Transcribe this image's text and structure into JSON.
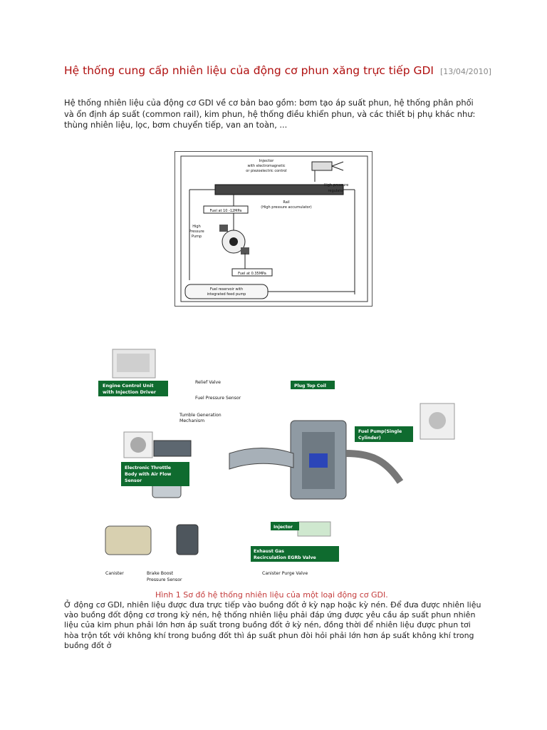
{
  "article": {
    "title": "Hệ thống cung cấp nhiên liệu của động cơ phun xăng trực tiếp GDI",
    "date": "[13/04/2010]",
    "intro": "Hệ thống nhiên liệu của động cơ GDI về cơ bản bao gồm: bơm tạo áp suất phun, hệ thống phân phối và ổn định áp suất (common rail), kim phun, hệ thống điều khiển phun, và các thiết bị phụ khác như: thùng nhiên liệu, lọc, bơm chuyển tiếp, van an toàn, ..."
  },
  "figure1": {
    "injector": "Injector",
    "injector_sub1": "with electromagnetic",
    "injector_sub2": "or piezoelectric control",
    "high_pressure": "High pressure",
    "regulator": "regulator",
    "rail": "Rail",
    "rail_sub": "(High pressure accumulator)",
    "fuel_high": "Fuel at 10 -12MPa",
    "pump1": "High",
    "pump2": "Pressure",
    "pump3": "Pump",
    "fuel_low": "Fuel at 0.35MPa",
    "reservoir1": "Fuel reservoir with",
    "reservoir2": "integrated feed pump"
  },
  "figure2": {
    "ecu1": "Engine Control Unit",
    "ecu2": "with Injection Driver",
    "relief_valve": "Relief Valve",
    "fuel_pressure_sensor": "Fuel Pressure Sensor",
    "tumble1": "Tumble Generation",
    "tumble2": "Mechanism",
    "plug_top_coil": "Plug Top Coil",
    "fuel_pump1": "Fuel Pump(Single",
    "fuel_pump2": "Cylinder)",
    "throttle1": "Electronic Throttle",
    "throttle2": "Body with Air Flow",
    "throttle3": "Sensor",
    "injector": "Injector",
    "egr1": "Exhaust Gas",
    "egr2": "Recirculation EGRb Valve",
    "canister": "Canister",
    "brake1": "Brake Boost",
    "brake2": "Pressure Sensor",
    "purge": "Canister Purge Valve"
  },
  "caption": "Hình 1 Sơ đồ hệ thống nhiên liệu của một loại động cơ GDI.",
  "paragraph": "Ở động cơ GDI, nhiên liệu được đưa trực tiếp vào buồng đốt ở kỳ nạp hoặc kỳ nén. Để đưa được nhiên liệu vào buồng đốt động cơ trong kỳ nén, hệ thống nhiên liệu phải đáp ứng được yêu cầu áp suất phun nhiên liệu của kim phun phải lớn hơn áp suất trong buồng đốt ở kỳ nén, đồng thời để nhiên liệu được phun tơi hòa trộn tốt với không khí trong buồng đốt thì áp suất phun đòi hỏi phải lớn hơn áp suất không khí trong buồng đốt ở",
  "colors": {
    "title": "#b01010",
    "caption": "#c43b3b",
    "label_green": "#0f6b2f"
  }
}
